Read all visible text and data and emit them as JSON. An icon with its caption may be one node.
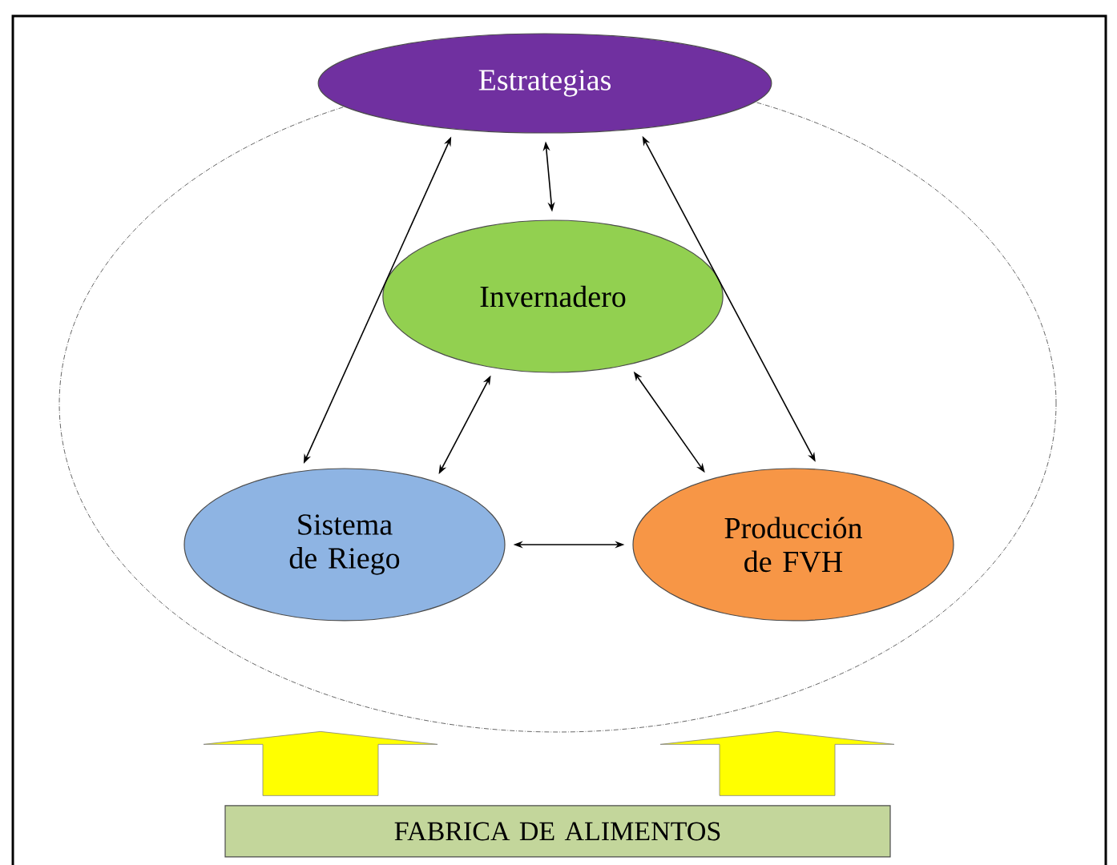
{
  "diagram": {
    "nodes": [
      {
        "text": [
          "Estrategias"
        ]
      },
      {
        "text": [
          "Invernadero"
        ]
      },
      {
        "text": [
          "Sistema de Riego"
        ]
      },
      {
        "text": [
          "Producción de FVH"
        ]
      },
      {
        "text": [
          "FABRICA DE ALIMENTOS"
        ]
      }
    ],
    "edges": [
      {
        "from": 0,
        "to": 1,
        "arrow": "both"
      },
      {
        "from": 0,
        "to": 2,
        "arrow": "both"
      },
      {
        "from": 0,
        "to": 3,
        "arrow": "both"
      },
      {
        "from": 1,
        "to": 2,
        "arrow": "both"
      },
      {
        "from": 1,
        "to": 3,
        "arrow": "both"
      },
      {
        "from": 2,
        "to": 3,
        "arrow": "both"
      },
      {
        "from": 4,
        "to": null,
        "arrow": "to",
        "style": "thick",
        "color": "#ffff00"
      },
      {
        "from": 4,
        "to": null,
        "arrow": "to",
        "style": "thick",
        "color": "#ffff00"
      }
    ]
  }
}
